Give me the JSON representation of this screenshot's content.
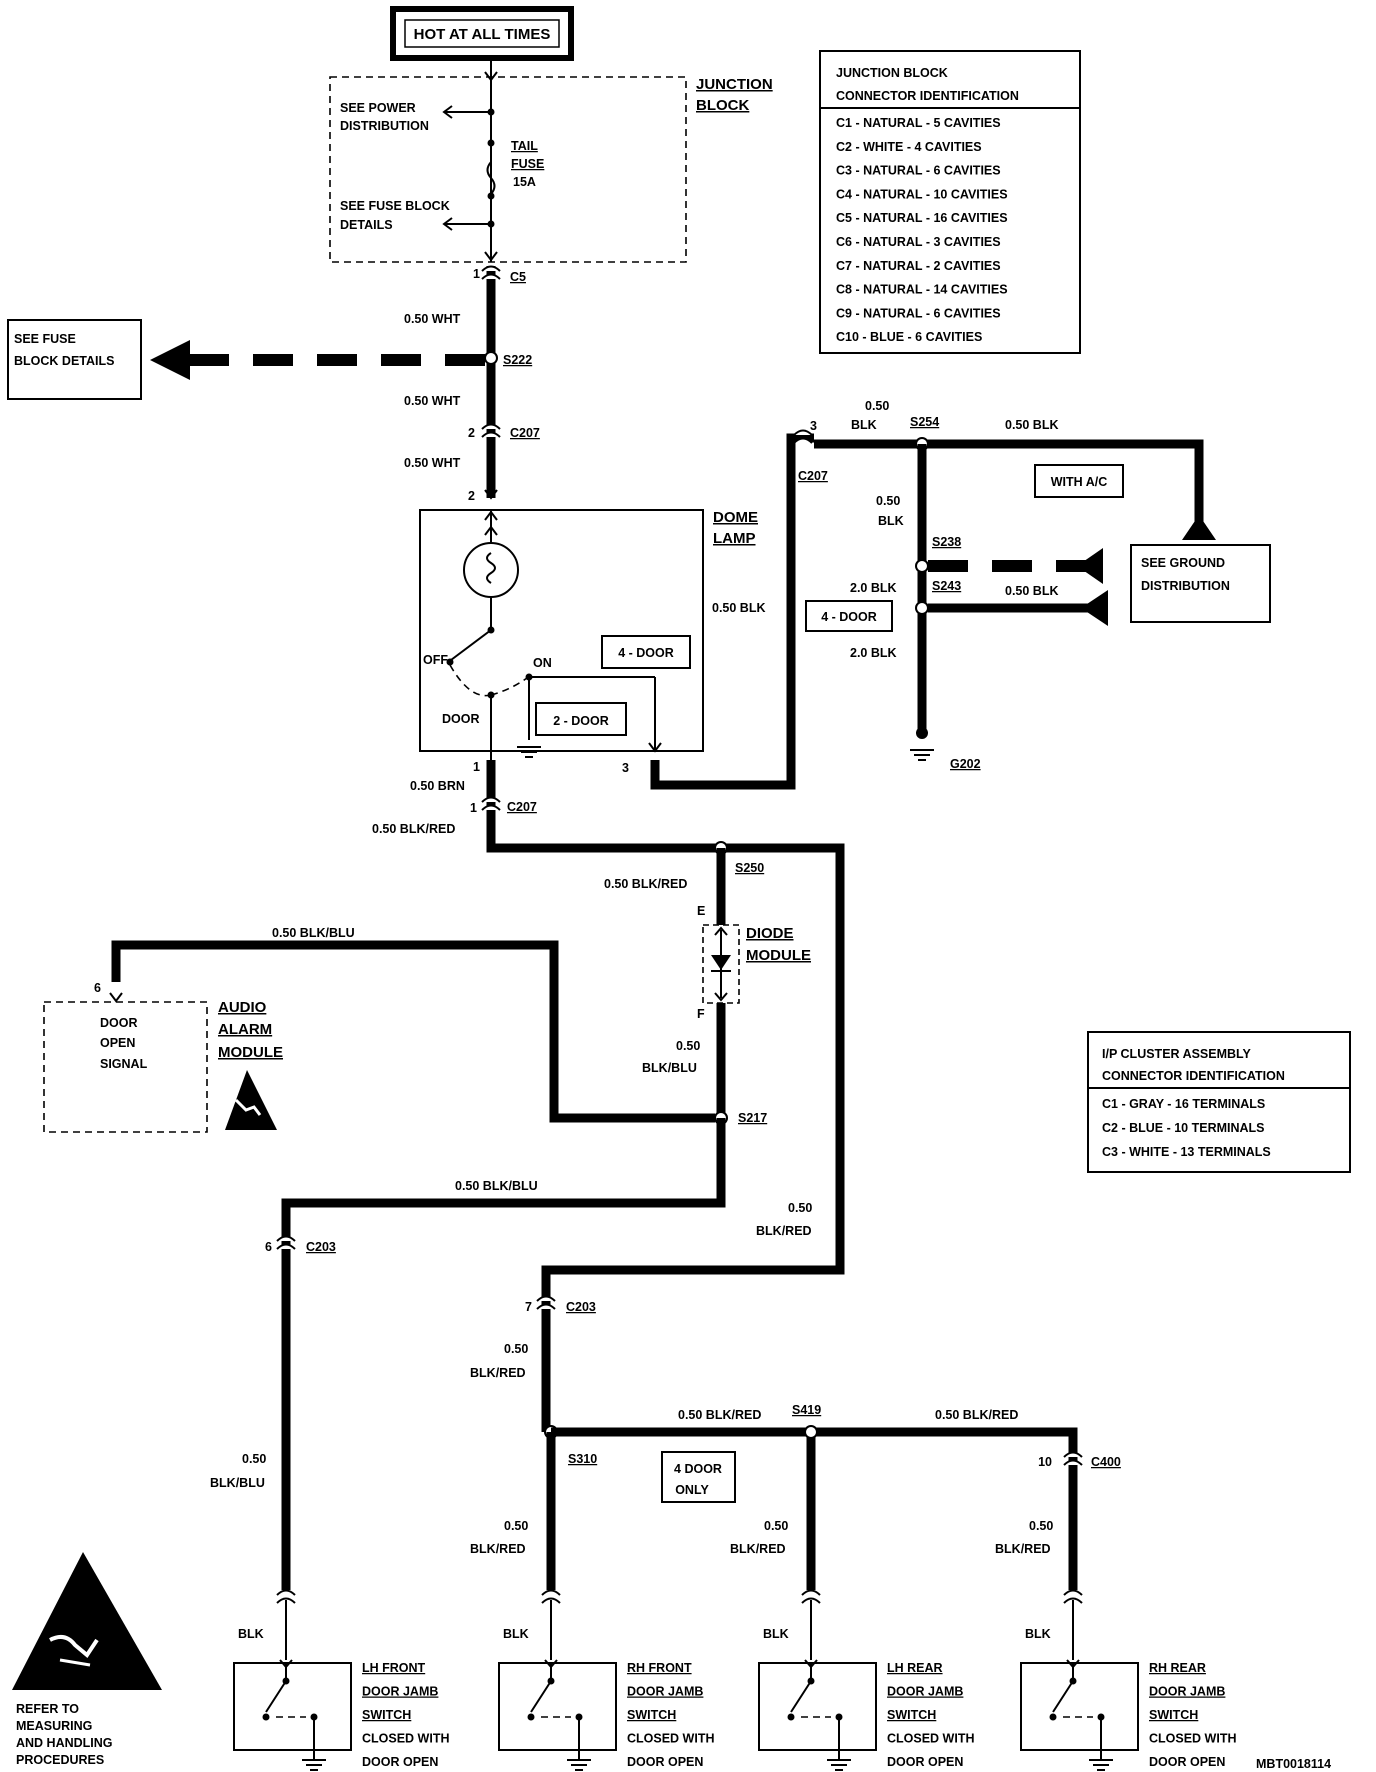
{
  "header": {
    "hot_label": "HOT AT ALL TIMES"
  },
  "junction_block": {
    "title_line1": "JUNCTION",
    "title_line2": "BLOCK",
    "see_power_1": "SEE POWER",
    "see_power_2": "DISTRIBUTION",
    "fuse_1": "TAIL",
    "fuse_2": "FUSE",
    "fuse_3": "15A",
    "see_fuse_1": "SEE FUSE BLOCK",
    "see_fuse_2": "DETAILS"
  },
  "jb_connector_table": {
    "title_1": "JUNCTION BLOCK",
    "title_2": "CONNECTOR IDENTIFICATION",
    "rows": [
      "C1 - NATURAL - 5 CAVITIES",
      "C2 - WHITE - 4 CAVITIES",
      "C3 - NATURAL - 6 CAVITIES",
      "C4 - NATURAL - 10 CAVITIES",
      "C5 - NATURAL - 16 CAVITIES",
      "C6 - NATURAL - 3 CAVITIES",
      "C7 - NATURAL - 2 CAVITIES",
      "C8 - NATURAL - 14 CAVITIES",
      "C9 - NATURAL - 6 CAVITIES",
      "C10 - BLUE - 6 CAVITIES"
    ]
  },
  "ip_connector_table": {
    "title_1": "I/P CLUSTER ASSEMBLY",
    "title_2": "CONNECTOR IDENTIFICATION",
    "rows": [
      "C1 - GRAY - 16 TERMINALS",
      "C2 - BLUE - 10 TERMINALS",
      "C3 - WHITE - 13 TERMINALS"
    ]
  },
  "see_fuse_block": {
    "line1": "SEE FUSE",
    "line2": "BLOCK DETAILS"
  },
  "see_ground": {
    "line1": "SEE GROUND",
    "line2": "DISTRIBUTION"
  },
  "wires": {
    "wht": "0.50 WHT",
    "blk": "0.50 BLK",
    "blk_2": "BLK",
    "blk_050": "0.50",
    "blk2": "2.0 BLK",
    "brn": "0.50 BRN",
    "blkred": "0.50 BLK/RED",
    "blkred_short": "BLK/RED",
    "blkblu": "0.50 BLK/BLU",
    "blkblu_short": "BLK/BLU",
    "blk_short": "BLK",
    "half": "0.50"
  },
  "connectors": {
    "c5": "C5",
    "c207": "C207",
    "c203": "C203",
    "c400": "C400",
    "p1": "1",
    "p2": "2",
    "p3": "3",
    "p6": "6",
    "p7": "7",
    "p10": "10"
  },
  "splices": {
    "s222": "S222",
    "s254": "S254",
    "s238": "S238",
    "s243": "S243",
    "s250": "S250",
    "s217": "S217",
    "s310": "S310",
    "s419": "S419",
    "g202": "G202"
  },
  "dome_lamp": {
    "title_1": "DOME",
    "title_2": "LAMP",
    "off": "OFF",
    "on": "ON",
    "door": "DOOR"
  },
  "options": {
    "four_door": "4 - DOOR",
    "two_door": "2 - DOOR",
    "with_ac": "WITH A/C",
    "four_door_only_1": "4 DOOR",
    "four_door_only_2": "ONLY"
  },
  "diode_module": {
    "title_1": "DIODE",
    "title_2": "MODULE",
    "e": "E",
    "f": "F"
  },
  "audio_alarm": {
    "title_1": "AUDIO",
    "title_2": "ALARM",
    "title_3": "MODULE",
    "sig_1": "DOOR",
    "sig_2": "OPEN",
    "sig_3": "SIGNAL"
  },
  "switches": [
    {
      "line1": "LH FRONT",
      "line2": "DOOR JAMB",
      "line3": "SWITCH",
      "line4": "CLOSED WITH",
      "line5": "DOOR OPEN"
    },
    {
      "line1": "RH FRONT",
      "line2": "DOOR JAMB",
      "line3": "SWITCH",
      "line4": "CLOSED WITH",
      "line5": "DOOR OPEN"
    },
    {
      "line1": "LH REAR",
      "line2": "DOOR JAMB",
      "line3": "SWITCH",
      "line4": "CLOSED WITH",
      "line5": "DOOR OPEN"
    },
    {
      "line1": "RH REAR",
      "line2": "DOOR JAMB",
      "line3": "SWITCH",
      "line4": "CLOSED WITH",
      "line5": "DOOR OPEN"
    }
  ],
  "esd_note": {
    "line1": "REFER TO",
    "line2": "MEASURING",
    "line3": "AND HANDLING",
    "line4": "PROCEDURES"
  },
  "figure_id": "MBT0018114"
}
